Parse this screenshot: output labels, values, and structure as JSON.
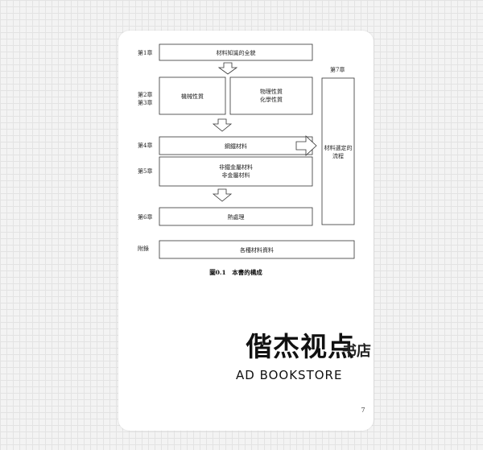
{
  "figure": {
    "chapters": [
      {
        "id": "ch1",
        "label": "第1章"
      },
      {
        "id": "ch2",
        "label": "第2章"
      },
      {
        "id": "ch3",
        "label": "第3章"
      },
      {
        "id": "ch4",
        "label": "第4章"
      },
      {
        "id": "ch5",
        "label": "第5章"
      },
      {
        "id": "ch6",
        "label": "第6章"
      },
      {
        "id": "ch7",
        "label": "第7章"
      },
      {
        "id": "appendix",
        "label": "附錄"
      }
    ],
    "boxes": {
      "overview": "材料知識的全貌",
      "mechanical": "機械性質",
      "physical": "物理性質",
      "chemical": "化學性質",
      "steel": "鋼鐵材料",
      "nonferrous": "非鐵金屬材料",
      "nonmetal": "非金屬材料",
      "heat": "熱處理",
      "selection_line1": "材料選定的",
      "selection_line2": "流程",
      "appendix": "各種材料資料"
    },
    "caption": "圖0.1　本書的構成"
  },
  "watermark": {
    "cn": "偕杰视点",
    "cn_small": "书店",
    "en": "AD BOOKSTORE"
  },
  "page_number": "7"
}
